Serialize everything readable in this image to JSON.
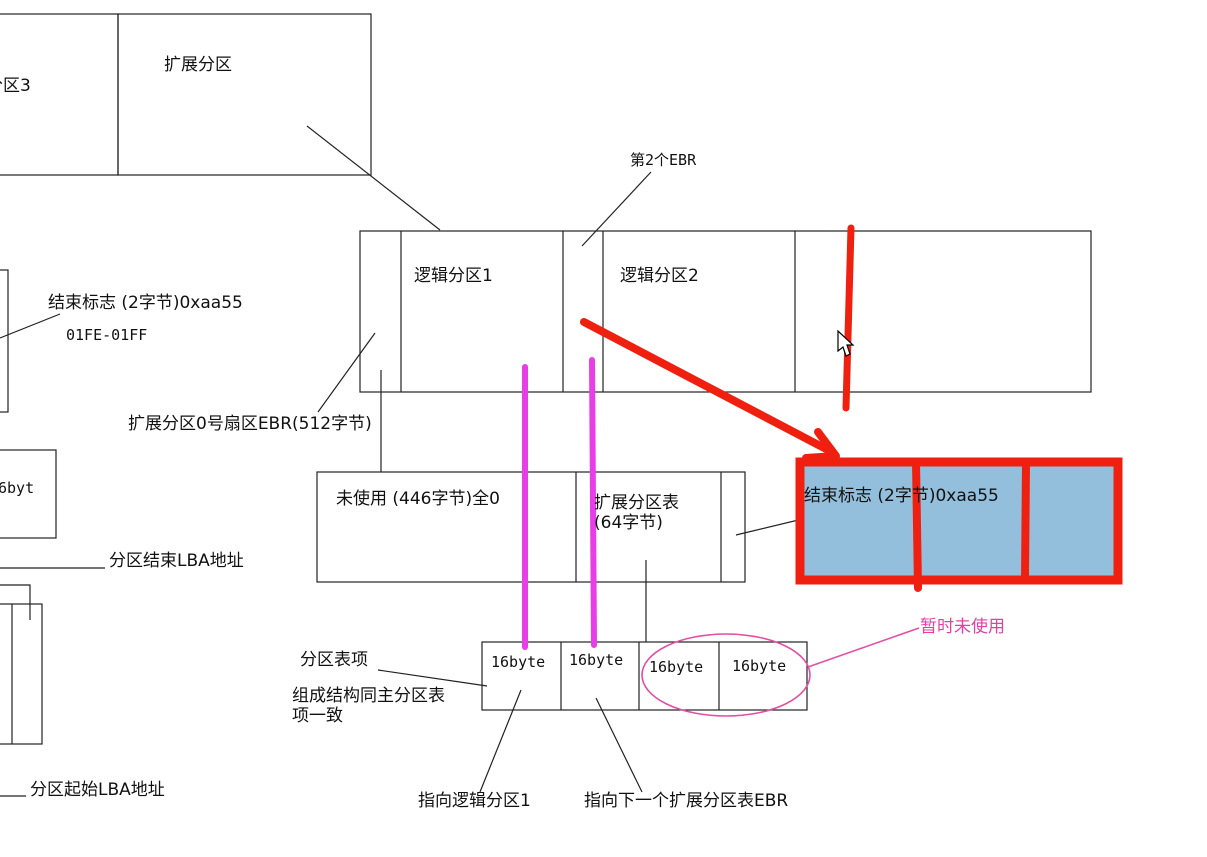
{
  "labels": {
    "partition3_fragment": "分区3",
    "extended_partition": "扩展分区",
    "second_ebr": "第2个EBR",
    "logical_partition_1": "逻辑分区1",
    "logical_partition_2": "逻辑分区2",
    "end_flag": "结束标志 (2字节)0xaa55",
    "end_flag_range": "01FE-01FF",
    "ebr_sector": "扩展分区0号扇区EBR(512字节)",
    "byte_fragment": "6byt",
    "unused_446": "未使用 (446字节)全0",
    "ext_partition_table": "扩展分区表(64字节)",
    "end_flag_box": "结束标志 (2字节)0xaa55",
    "partition_end_lba": "分区结束LBA地址",
    "partition_start_lba": "分区起始LBA地址",
    "temporarily_unused": "暂时未使用",
    "entry_title": "分区表项",
    "entry_desc": "组成结构同主分区表项一致",
    "entry_1": "16byte",
    "entry_2": "16byte",
    "entry_3": "16byte",
    "entry_4": "16byte",
    "points_logical_1": "指向逻辑分区1",
    "points_next_ebr": "指向下一个扩展分区表EBR"
  },
  "colors": {
    "line": "#222222",
    "annotation_red": "#f02010",
    "annotation_magenta": "#e83ee8",
    "annotation_pink": "#e24fa3",
    "highlight_fill": "#93bfdc"
  }
}
